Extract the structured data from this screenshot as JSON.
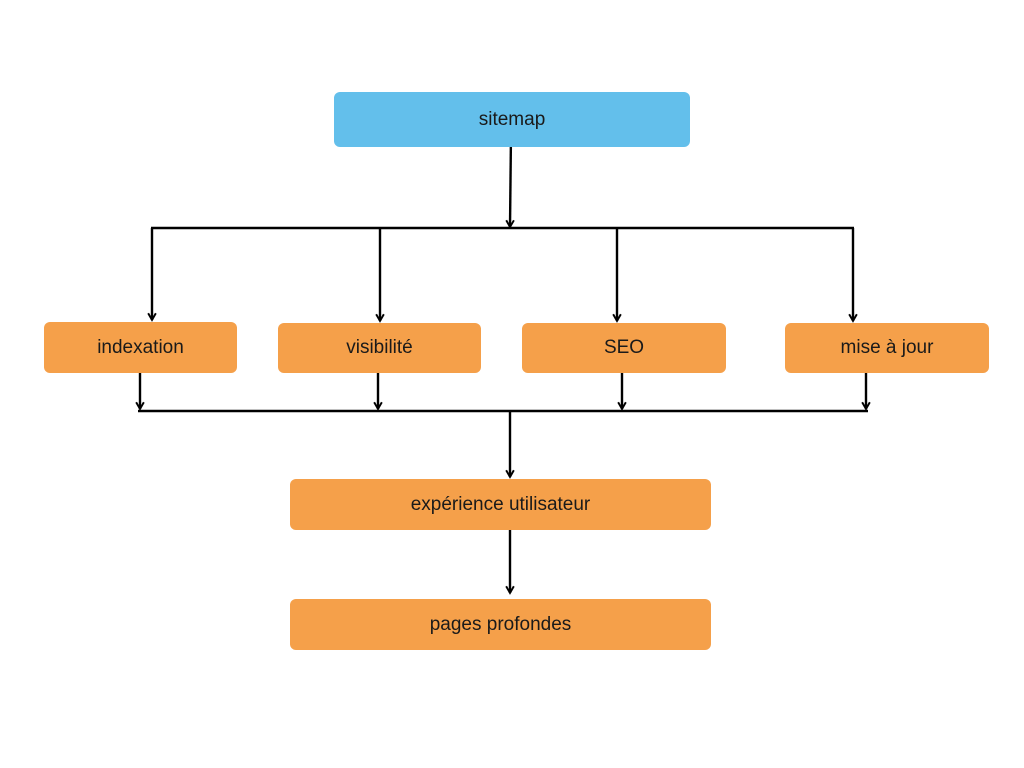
{
  "colors": {
    "root": "#63bfeb",
    "node": "#f5a04a",
    "line": "#000000",
    "text": "#1a1a1a"
  },
  "nodes": {
    "root": "sitemap",
    "indexation": "indexation",
    "visibilite": "visibilité",
    "seo": "SEO",
    "mise_a_jour": "mise à jour",
    "experience": "expérience utilisateur",
    "pages": "pages profondes"
  }
}
